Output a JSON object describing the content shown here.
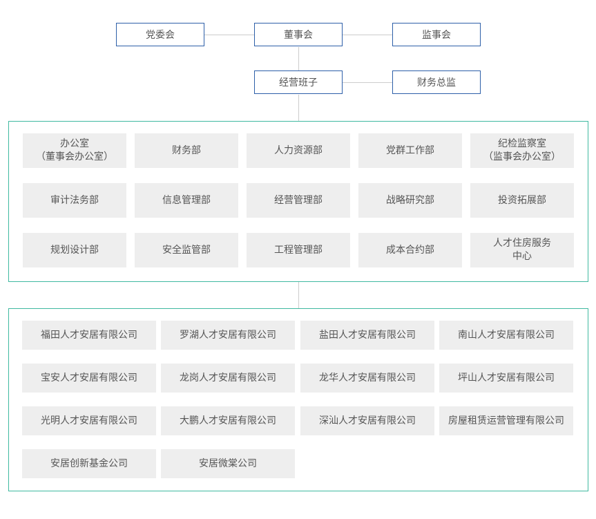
{
  "top": {
    "party": "党委会",
    "board": "董事会",
    "supervisors": "监事会",
    "management": "经营班子",
    "cfo": "财务总监"
  },
  "departments": [
    [
      "办公室",
      "（董事会办公室）"
    ],
    [
      "财务部"
    ],
    [
      "人力资源部"
    ],
    [
      "党群工作部"
    ],
    [
      "纪检监察室",
      "（监事会办公室）"
    ],
    [
      "审计法务部"
    ],
    [
      "信息管理部"
    ],
    [
      "经营管理部"
    ],
    [
      "战略研究部"
    ],
    [
      "投资拓展部"
    ],
    [
      "规划设计部"
    ],
    [
      "安全监管部"
    ],
    [
      "工程管理部"
    ],
    [
      "成本合约部"
    ],
    [
      "人才住房服务",
      "中心"
    ]
  ],
  "companies": [
    "福田人才安居有限公司",
    "罗湖人才安居有限公司",
    "盐田人才安居有限公司",
    "南山人才安居有限公司",
    "宝安人才安居有限公司",
    "龙岗人才安居有限公司",
    "龙华人才安居有限公司",
    "坪山人才安居有限公司",
    "光明人才安居有限公司",
    "大鹏人才安居有限公司",
    "深汕人才安居有限公司",
    "房屋租赁运营管理有限公司",
    "安居创新基金公司",
    "安居微棠公司"
  ],
  "colors": {
    "top_border": "#2c5ea8",
    "group_border": "#3fb9a0",
    "cell_bg": "#eeeeee",
    "connector": "#cccccc"
  }
}
